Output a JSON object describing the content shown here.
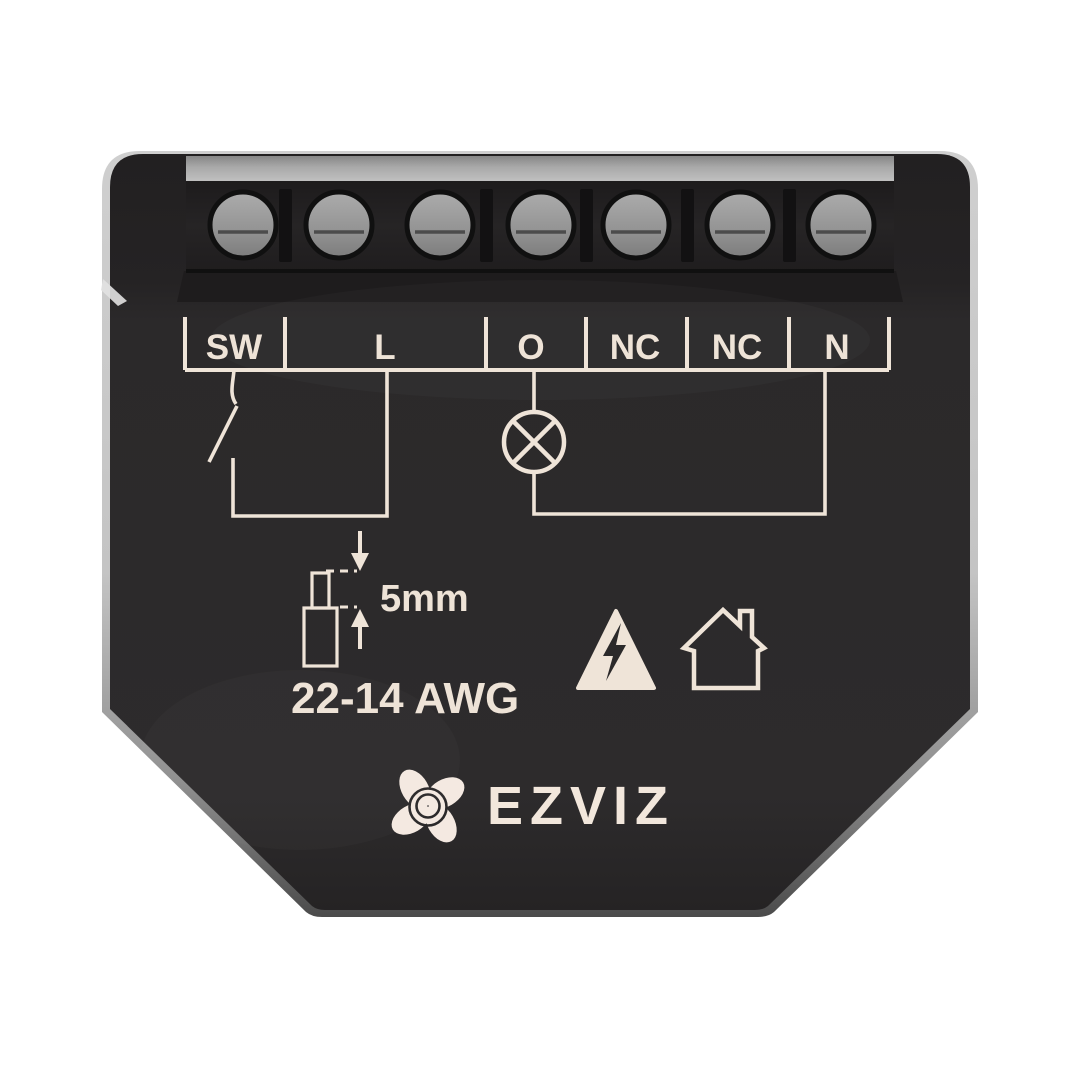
{
  "device": {
    "brand": "EZVIZ",
    "kind": "smart relay module product photo",
    "terminals": {
      "labels": [
        "SW",
        "L",
        "O",
        "NC",
        "NC",
        "N"
      ],
      "screw_count": 7
    },
    "markings": {
      "strip_length": "5mm",
      "wire_gauge": "22-14 AWG"
    },
    "icons": [
      "switch-circuit-symbol",
      "lamp-circuit-symbol",
      "wire-strip-gauge-icon",
      "electrical-hazard-triangle-icon",
      "indoor-use-house-icon",
      "ezviz-flower-logo-icon"
    ],
    "colors": {
      "background": "#ffffff",
      "body": "#2b292a",
      "print_cream": "#efe4d8",
      "side_rim": "#c7c7c7",
      "terminal_strip": "#a9a9a9",
      "terminal_block": "#232122",
      "screw": "#9a9a9a"
    }
  }
}
